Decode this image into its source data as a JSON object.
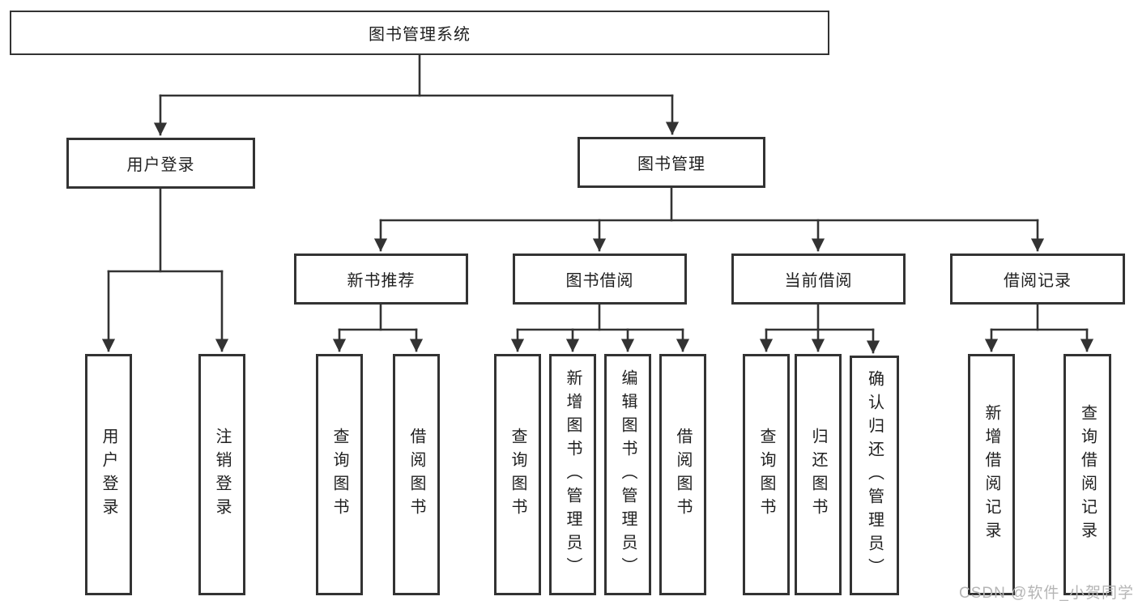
{
  "diagram": {
    "type": "hierarchy-tree",
    "nodes": {
      "root": "图书管理系统",
      "user_login": "用户登录",
      "book_management": "图书管理",
      "new_book_recommend": "新书推荐",
      "book_borrowing": "图书借阅",
      "current_borrowing": "当前借阅",
      "borrowing_records": "借阅记录",
      "leaf_user_login": "用户登录",
      "leaf_logout": "注销登录",
      "leaf_search_books_recommend": "查询图书",
      "leaf_borrow_books_recommend": "借阅图书",
      "leaf_search_books_borrowing": "查询图书",
      "leaf_add_books_admin": "新增图书（管理员）",
      "leaf_edit_books_admin": "编辑图书（管理员）",
      "leaf_borrow_books_borrowing": "借阅图书",
      "leaf_search_books_current": "查询图书",
      "leaf_return_books": "归还图书",
      "leaf_confirm_return_admin": "确认归还（管理员）",
      "leaf_add_borrow_record": "新增借阅记录",
      "leaf_search_borrow_record": "查询借阅记录"
    },
    "edges": [
      [
        "图书管理系统",
        "用户登录"
      ],
      [
        "图书管理系统",
        "图书管理"
      ],
      [
        "用户登录",
        "用户登录(叶)"
      ],
      [
        "用户登录",
        "注销登录"
      ],
      [
        "图书管理",
        "新书推荐"
      ],
      [
        "图书管理",
        "图书借阅"
      ],
      [
        "图书管理",
        "当前借阅"
      ],
      [
        "图书管理",
        "借阅记录"
      ],
      [
        "新书推荐",
        "查询图书"
      ],
      [
        "新书推荐",
        "借阅图书"
      ],
      [
        "图书借阅",
        "查询图书"
      ],
      [
        "图书借阅",
        "新增图书（管理员）"
      ],
      [
        "图书借阅",
        "编辑图书（管理员）"
      ],
      [
        "图书借阅",
        "借阅图书"
      ],
      [
        "当前借阅",
        "查询图书"
      ],
      [
        "当前借阅",
        "归还图书"
      ],
      [
        "当前借阅",
        "确认归还（管理员）"
      ],
      [
        "借阅记录",
        "新增借阅记录"
      ],
      [
        "借阅记录",
        "查询借阅记录"
      ]
    ]
  },
  "watermark": "CSDN @软件_小贺同学",
  "colors": {
    "line": "#333333",
    "box_border": "#333333",
    "box_fill": "#ffffff",
    "text": "#1f1f1f",
    "watermark": "#b5b5b5",
    "background": "#ffffff"
  }
}
